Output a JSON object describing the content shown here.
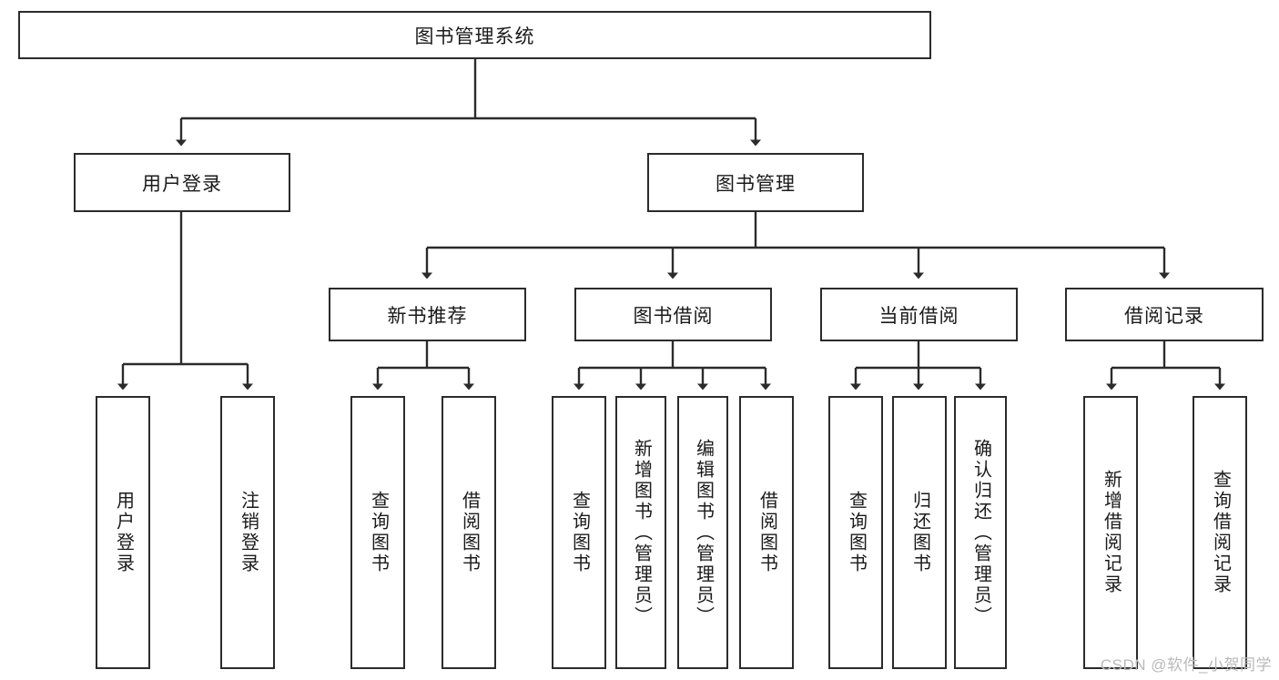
{
  "diagram": {
    "title": "图书管理系统",
    "watermark": "CSDN @软件_小贺同学",
    "colors": {
      "box_border": "#2b2b2b",
      "box_fill": "#ffffff",
      "line": "#2b2b2b",
      "text": "#1a1a1a",
      "watermark": "#b9b9b9",
      "background": "#ffffff"
    },
    "root": {
      "label": "图书管理系统"
    },
    "level2": [
      {
        "label": "用户登录"
      },
      {
        "label": "图书管理"
      }
    ],
    "level3": [
      {
        "label": "新书推荐"
      },
      {
        "label": "图书借阅"
      },
      {
        "label": "当前借阅"
      },
      {
        "label": "借阅记录"
      }
    ],
    "leaves": {
      "user_login": [
        {
          "label": "用户登录"
        },
        {
          "label": "注销登录"
        }
      ],
      "new_book_rec": [
        {
          "label": "查询图书"
        },
        {
          "label": "借阅图书"
        }
      ],
      "book_borrow": [
        {
          "label": "查询图书"
        },
        {
          "label": "新增图书（管理员）"
        },
        {
          "label": "编辑图书（管理员）"
        },
        {
          "label": "借阅图书"
        }
      ],
      "current_borrow": [
        {
          "label": "查询图书"
        },
        {
          "label": "归还图书"
        },
        {
          "label": "确认归还（管理员）"
        }
      ],
      "borrow_record": [
        {
          "label": "新增借阅记录"
        },
        {
          "label": "查询借阅记录"
        }
      ]
    }
  }
}
